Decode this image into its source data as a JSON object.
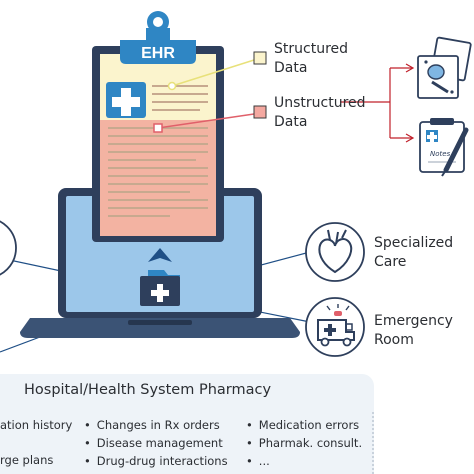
{
  "clipboard": {
    "title": "EHR"
  },
  "legend": {
    "structured": {
      "line1": "Structured",
      "line2": "Data"
    },
    "unstructured": {
      "line1": "Unstructured",
      "line2": "Data"
    }
  },
  "notes_card": {
    "label": "Notes"
  },
  "destinations": {
    "specialized": {
      "line1": "Specialized",
      "line2": "Care"
    },
    "emergency": {
      "line1": "Emergency",
      "line2": "Room"
    }
  },
  "pharmacy": {
    "title": "Hospital/Health System Pharmacy",
    "col1": [
      "ation history",
      "rge plans"
    ],
    "col2": [
      "Changes in Rx orders",
      "Disease management",
      "Drug-drug interactions"
    ],
    "col3": [
      "Medication errors",
      "Pharmak. consult.",
      "..."
    ]
  },
  "colors": {
    "navy": "#2e3f5c",
    "blue": "#2f86c4",
    "light_blue": "#9cc7ea",
    "paper_top": "#fbf4cd",
    "paper_bottom": "#f3b3a2",
    "structured_marker": "#fbf4cd",
    "unstructured_marker": "#f4a8a0",
    "yellow_line": "#e8e17a",
    "red_line": "#e0606a",
    "connector": "#1f4f86",
    "panel": "#eef3f8"
  }
}
